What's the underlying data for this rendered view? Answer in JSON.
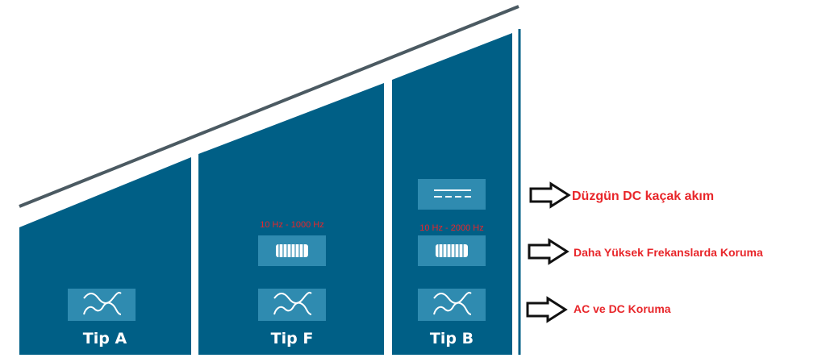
{
  "colors": {
    "panel": "#005f86",
    "icon_box": "#2f8bb0",
    "icon_line": "#ffffff",
    "slope_line": "#4b5a62",
    "legend_text": "#e8262a",
    "arrow_stroke": "#111111"
  },
  "columns": [
    {
      "label": "Tip A",
      "ac_icon": "ac-sine-wave-icon",
      "freq_label": "",
      "hf_icon": "",
      "dc_icon": ""
    },
    {
      "label": "Tip F",
      "ac_icon": "ac-sine-wave-icon",
      "freq_label": "10 Hz - 1000 Hz",
      "hf_icon": "high-frequency-icon",
      "dc_icon": ""
    },
    {
      "label": "Tip B",
      "ac_icon": "ac-sine-wave-icon",
      "freq_label": "10 Hz - 2000 Hz",
      "hf_icon": "high-frequency-icon",
      "dc_icon": "dc-symbol-icon"
    }
  ],
  "legend": {
    "dc": {
      "text": "Düzgün DC kaçak akım",
      "icon": "arrow-right-icon"
    },
    "hf": {
      "text": "Daha Yüksek Frekanslarda Koruma",
      "icon": "arrow-right-icon"
    },
    "ac": {
      "text": "AC ve DC Koruma",
      "icon": "arrow-right-icon"
    }
  }
}
